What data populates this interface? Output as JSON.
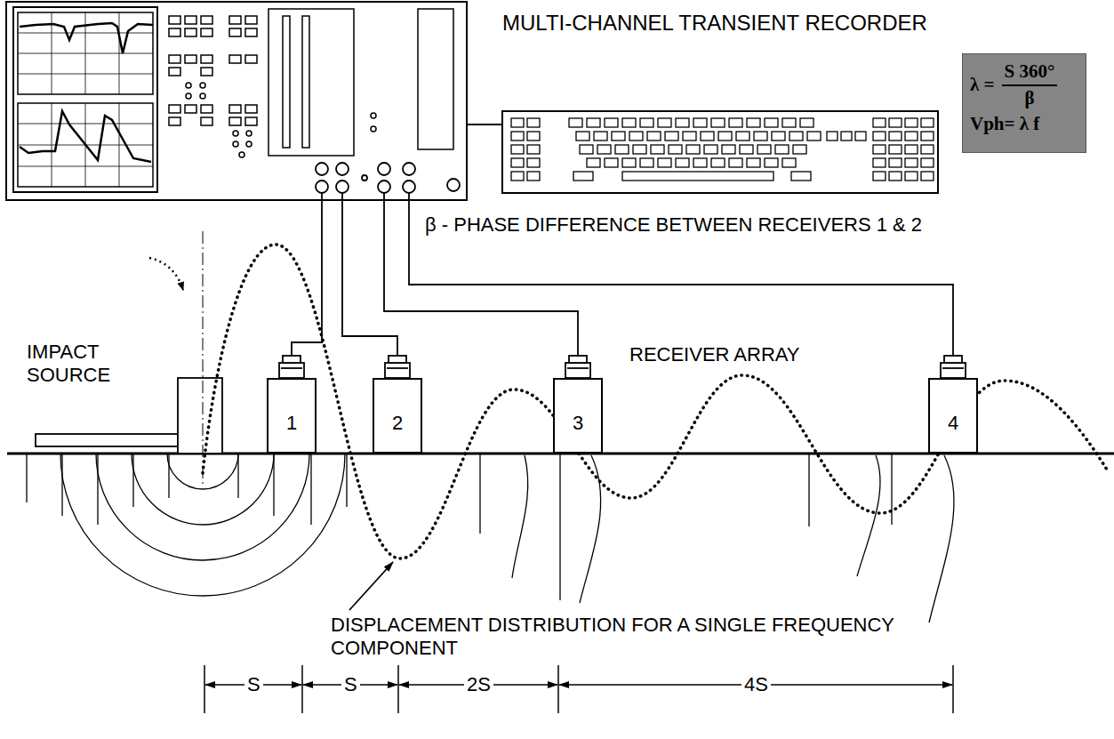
{
  "diagram": {
    "nodes": [
      {
        "text": [
          "λ =",
          "S 360°",
          "β",
          "Vph= λ f"
        ]
      },
      {
        "text": [
          "1"
        ]
      },
      {
        "text": [
          "2"
        ]
      },
      {
        "text": [
          "3"
        ]
      },
      {
        "text": [
          "4"
        ]
      }
    ],
    "labels": [
      "MULTI-CHANNEL TRANSIENT RECORDER",
      "β - PHASE DIFFERENCE BETWEEN RECEIVERS 1 & 2",
      "IMPACT SOURCE",
      "RECEIVER ARRAY",
      "DISPLACEMENT DISTRIBUTION FOR A SINGLE FREQUENCY COMPONENT",
      "S",
      "S",
      "2S",
      "4S"
    ]
  }
}
